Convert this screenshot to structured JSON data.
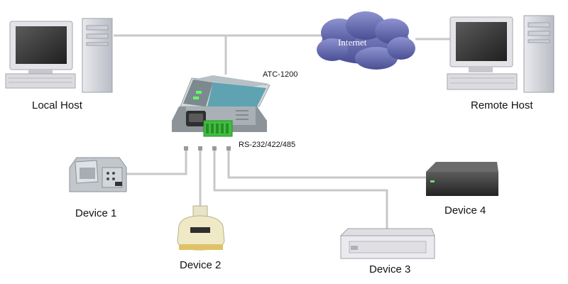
{
  "labels": {
    "local_host": "Local Host",
    "remote_host": "Remote Host",
    "internet": "Internet",
    "device_model": "ATC-1200",
    "serial_ports": "RS-232/422/485",
    "device1": "Device 1",
    "device2": "Device 2",
    "device3": "Device 3",
    "device4": "Device 4"
  },
  "icons": {
    "local_host": "desktop-computer-icon",
    "remote_host": "desktop-computer-icon",
    "internet": "cloud-icon",
    "converter": "serial-server-icon",
    "device1": "fax-machine-icon",
    "device2": "barcode-scanner-icon",
    "device3": "panel-display-icon",
    "device4": "network-box-icon"
  },
  "colors": {
    "cloud": "#5a5fa6",
    "cable": "#c8c8c8",
    "converter_body": "#9aa3aa",
    "terminal_block": "#3fbf3f"
  }
}
